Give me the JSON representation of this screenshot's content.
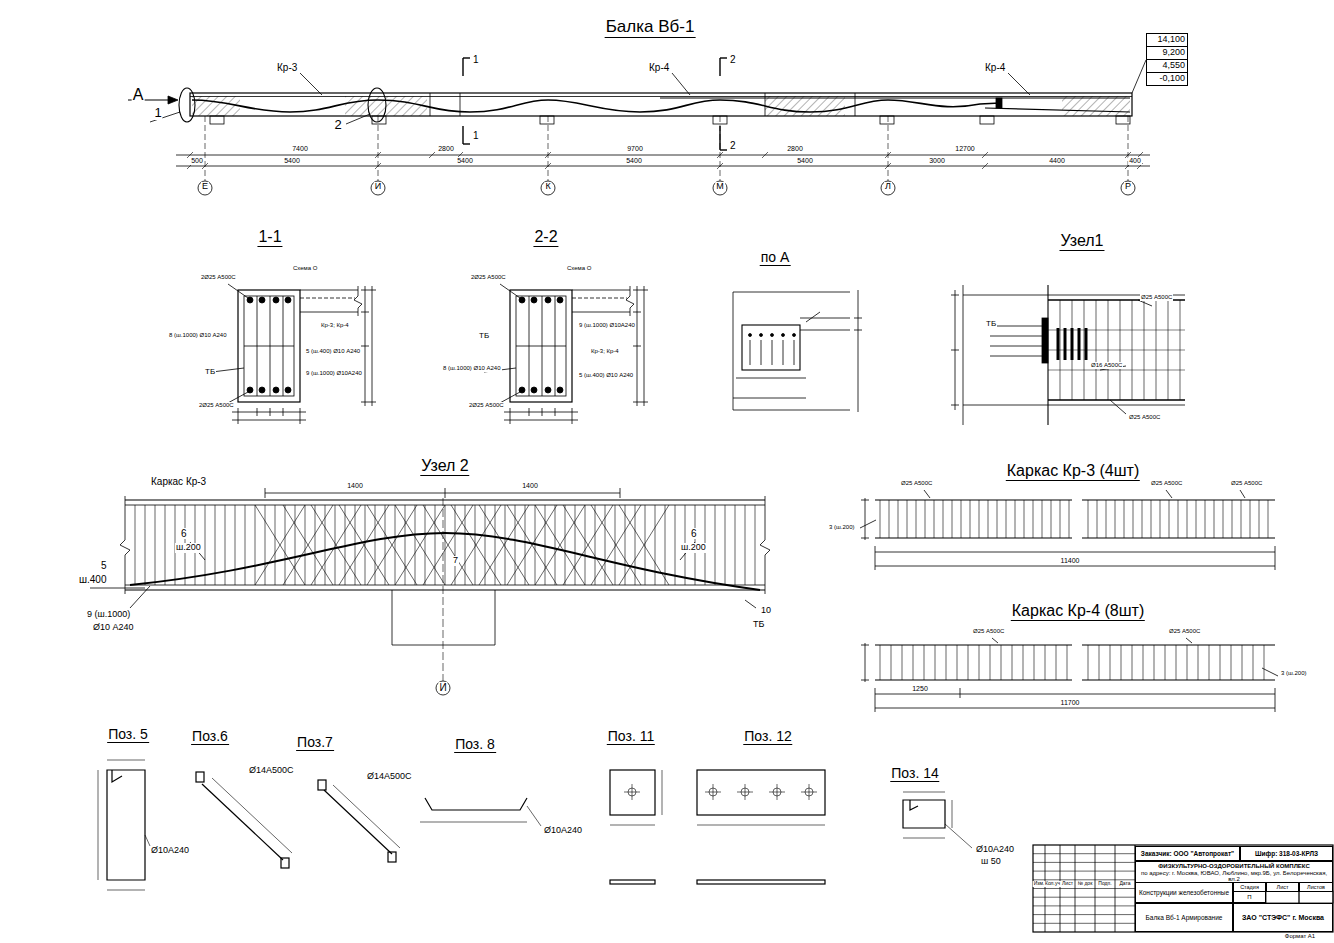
{
  "diagram": {
    "title": "Балка Вб-1",
    "nodes": [
      {
        "text": [
          "14,100",
          "9,200",
          "4,550",
          "-0,100"
        ]
      },
      {
        "text": [
          "Заказчик: ООО \"Автопрокат\""
        ]
      },
      {
        "text": [
          "Шифр: 318-03-КРЛЗ"
        ]
      },
      {
        "text": [
          "ФИЗКУЛЬТУРНО-ОЗДОРОВИТЕЛЬНЫЙ КОМПЛЕКС",
          "по адресу: г. Москва, ЮВАО, Люблино, мкр.9Б, ул. Белореченская, вл.2"
        ]
      },
      {
        "text": [
          "Конструкции железобетонные"
        ]
      },
      {
        "text": [
          "Стадия"
        ]
      },
      {
        "text": [
          "Лист"
        ]
      },
      {
        "text": [
          "Листов"
        ]
      },
      {
        "text": [
          "П"
        ]
      },
      {
        "text": [
          "Балка Вб-1 Армирование"
        ]
      },
      {
        "text": [
          "ЗАО \"СТЭФС\" г. Москва"
        ]
      }
    ],
    "labels": [
      "А",
      "1",
      "Кр-3",
      "2",
      "1",
      "1",
      "Кр-4",
      "2",
      "2",
      "Кр-4",
      "7400",
      "2800",
      "9700",
      "2800",
      "12700",
      "500",
      "5400",
      "5400",
      "5400",
      "5400",
      "3000",
      "4400",
      "400",
      "Е",
      "И",
      "К",
      "М",
      "Л",
      "Р",
      "1-1",
      "2-2",
      "по А",
      "Узел1",
      "2Ø25 А500С",
      "Схема О",
      "Кр-3; Кр-4",
      "8 (ш.1000) Ø10 А240",
      "ТБ",
      "5 (ш.400) Ø10 А240",
      "9 (ш.1000) Ø10А240",
      "2Ø25 А500С",
      "2Ø25 А500С",
      "Схема О",
      "ТБ",
      "9 (ш.1000) Ø10А240",
      "Кр-3; Кр-4",
      "8 (ш.1000) Ø10 А240",
      "5 (ш.400) Ø10 А240",
      "2Ø25 А500С",
      "Ø25 А500С",
      "ТБ",
      "Ø16 А500С",
      "Ø25 А500С",
      "Узел 2",
      "Каркас Кр-3",
      "1400",
      "1400",
      "6",
      "ш.200",
      "6",
      "ш.200",
      "5",
      "ш.400",
      "9 (ш.1000)",
      "Ø10 А240",
      "10",
      "ТБ",
      "7",
      "И",
      "Каркас Кр-3 (4шт)",
      "Ø25 А500С",
      "Ø25 А500С",
      "Ø25 А500С",
      "3 (ш.200)",
      "11400",
      "Каркас Кр-4 (8шт)",
      "Ø25 А500С",
      "Ø25 А500С",
      "3 (ш.200)",
      "1250",
      "11700",
      "Поз. 5",
      "Поз.6",
      "Поз.7",
      "Поз. 8",
      "Поз. 11",
      "Поз. 12",
      "Поз. 14",
      "Ø10А240",
      "Ø14А500С",
      "Ø14А500С",
      "Ø10А240",
      "Ø10А240",
      "ш 50",
      "Изм.",
      "Кол.уч",
      "Лист",
      "№ док",
      "Подп.",
      "Дата",
      "Формат А1"
    ]
  }
}
